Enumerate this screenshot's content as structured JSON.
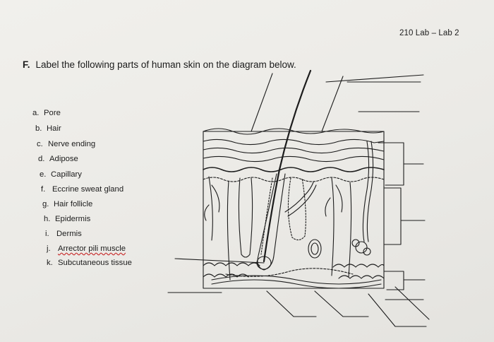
{
  "header": {
    "course": "210 Lab – Lab 2"
  },
  "question": {
    "number": "F.",
    "prompt": "Label the following parts of human skin on the diagram below."
  },
  "label_list": [
    {
      "letter": "a.",
      "text": "Pore"
    },
    {
      "letter": "b.",
      "text": "Hair"
    },
    {
      "letter": "c.",
      "text": "Nerve ending"
    },
    {
      "letter": "d.",
      "text": "Adipose"
    },
    {
      "letter": "e.",
      "text": "Capillary"
    },
    {
      "letter": "f.",
      "text": "Eccrine sweat gland"
    },
    {
      "letter": "g.",
      "text": "Hair follicle"
    },
    {
      "letter": "h.",
      "text": "Epidermis"
    },
    {
      "letter": "i.",
      "text": "Dermis"
    },
    {
      "letter": "j.",
      "text": "Arrector pili muscle"
    },
    {
      "letter": "k.",
      "text": "Subcutaneous tissue"
    }
  ],
  "colors": {
    "ink": "#1c1c1c",
    "paper": "#efeeea"
  }
}
